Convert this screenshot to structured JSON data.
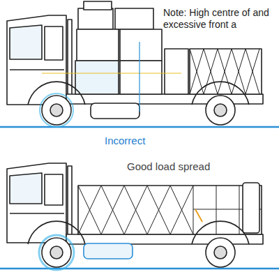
{
  "diagram": {
    "labels": [
      "Note: High centre of and excessive front a",
      "Incorrect",
      "Good load spread"
    ]
  }
}
